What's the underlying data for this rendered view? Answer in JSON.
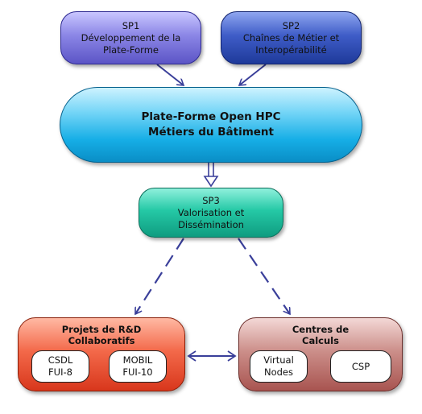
{
  "sp1": {
    "line1": "SP1",
    "line2": "Développement de la",
    "line3": "Plate-Forme"
  },
  "sp2": {
    "line1": "SP2",
    "line2": "Chaînes de Métier et",
    "line3": "Interopérabilité"
  },
  "platform": {
    "line1": "Plate-Forme Open HPC",
    "line2": "Métiers du Bâtiment"
  },
  "sp3": {
    "line1": "SP3",
    "line2": "Valorisation et",
    "line3": "Dissémination"
  },
  "projects": {
    "title1": "Projets de R&D",
    "title2": "Collaboratifs",
    "items": [
      {
        "line1": "CSDL",
        "line2": "FUI-8"
      },
      {
        "line1": "MOBIL",
        "line2": "FUI-10"
      }
    ]
  },
  "centers": {
    "title1": "Centres de",
    "title2": "Calculs",
    "items": [
      {
        "line1": "Virtual",
        "line2": "Nodes"
      },
      {
        "line1": "CSP"
      }
    ]
  },
  "colors": {
    "arrow": "#3a3f9a",
    "sp1": "#7d78e0",
    "sp2": "#2f4bb8",
    "platform": "#1ab0e6",
    "sp3": "#1fbf9c",
    "projects": "#ec5a3c",
    "centers": "#c07f7a"
  }
}
